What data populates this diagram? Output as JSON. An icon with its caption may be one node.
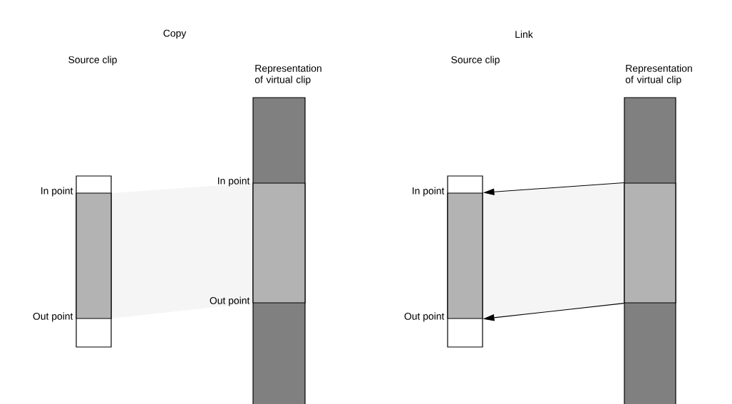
{
  "diagram": {
    "nodes": [
      {
        "text": [],
        "shape": "bar"
      },
      {
        "text": [],
        "shape": "bar",
        "in": 0,
        "beside": [
          "In point",
          "Out point"
        ]
      },
      {
        "text": [
          "Representation of virtual clip"
        ]
      },
      {
        "text": [],
        "shape": "bar",
        "in": 2,
        "beside": [
          "In point",
          "Out point"
        ]
      },
      {
        "text": [],
        "shape": "bar"
      },
      {
        "text": [],
        "shape": "bar",
        "in": 4,
        "beside": [
          "In point",
          "Out point"
        ]
      },
      {
        "text": [
          "Representation of virtual clip"
        ]
      },
      {
        "text": [],
        "shape": "bar",
        "in": 6
      }
    ],
    "edges": [
      {
        "from": 7,
        "to": 5,
        "arrow": "to"
      },
      {
        "from": 7,
        "to": 5,
        "arrow": "to"
      }
    ],
    "labels": [
      "Copy",
      "Link",
      "Source clip",
      "Source clip"
    ]
  }
}
